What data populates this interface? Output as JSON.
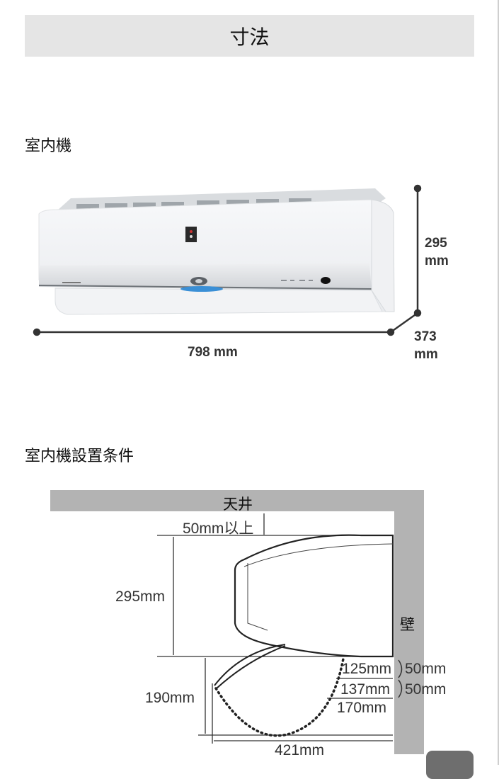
{
  "header": {
    "title": "寸法"
  },
  "indoor_unit": {
    "heading": "室内機",
    "width": "798 mm",
    "height": {
      "value": "295",
      "unit": "mm"
    },
    "depth": {
      "value": "373",
      "unit": "mm"
    }
  },
  "installation": {
    "heading": "室内機設置条件",
    "ceiling": "天井",
    "wall": "壁",
    "top_clearance": "50mm以上",
    "unit_height": "295mm",
    "louver_drop": "190mm",
    "total_depth": "421mm",
    "louver_depths": [
      "125mm",
      "137mm",
      "170mm"
    ],
    "spacings": [
      "50mm",
      "50mm"
    ]
  },
  "colors": {
    "header_bg": "#e5e5e5",
    "wall_gray": "#b3b3b3",
    "accent_blue": "#3a8fd6"
  }
}
